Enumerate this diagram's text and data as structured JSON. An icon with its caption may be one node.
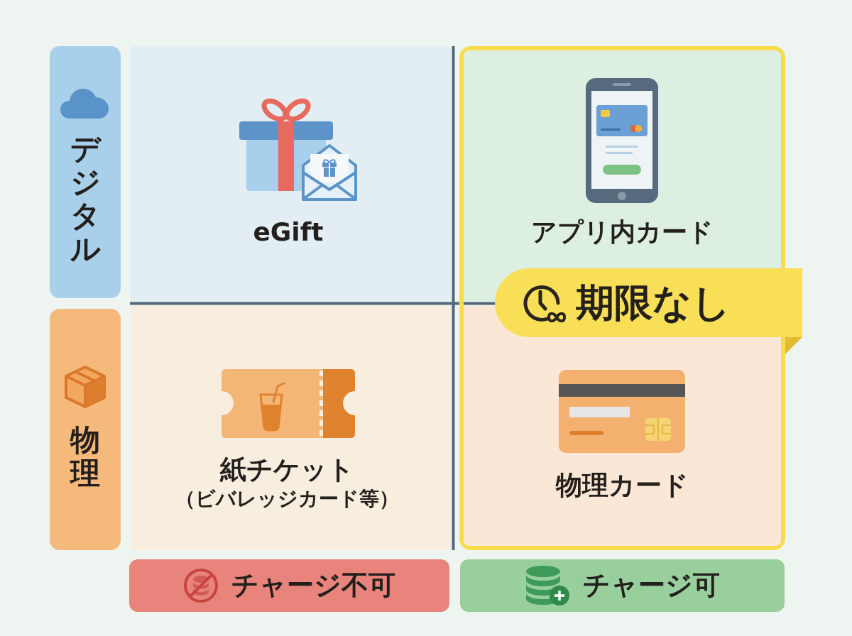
{
  "diagram": {
    "nodes": [
      {
        "text": [
          "デジタル"
        ]
      },
      {
        "text": [
          "eGift"
        ]
      },
      {
        "text": [
          "期限なし"
        ]
      },
      {
        "text": [
          "アプリ内カード"
        ],
        "in": 2
      },
      {
        "text": [
          "物理"
        ]
      },
      {
        "text": [
          "紙チケット",
          "（ビバレッジカード等）"
        ]
      },
      {
        "text": [
          "物理カード"
        ],
        "in": 2
      },
      {
        "text": [
          "チャージ不可"
        ]
      },
      {
        "text": [
          "チャージ可"
        ]
      }
    ]
  }
}
